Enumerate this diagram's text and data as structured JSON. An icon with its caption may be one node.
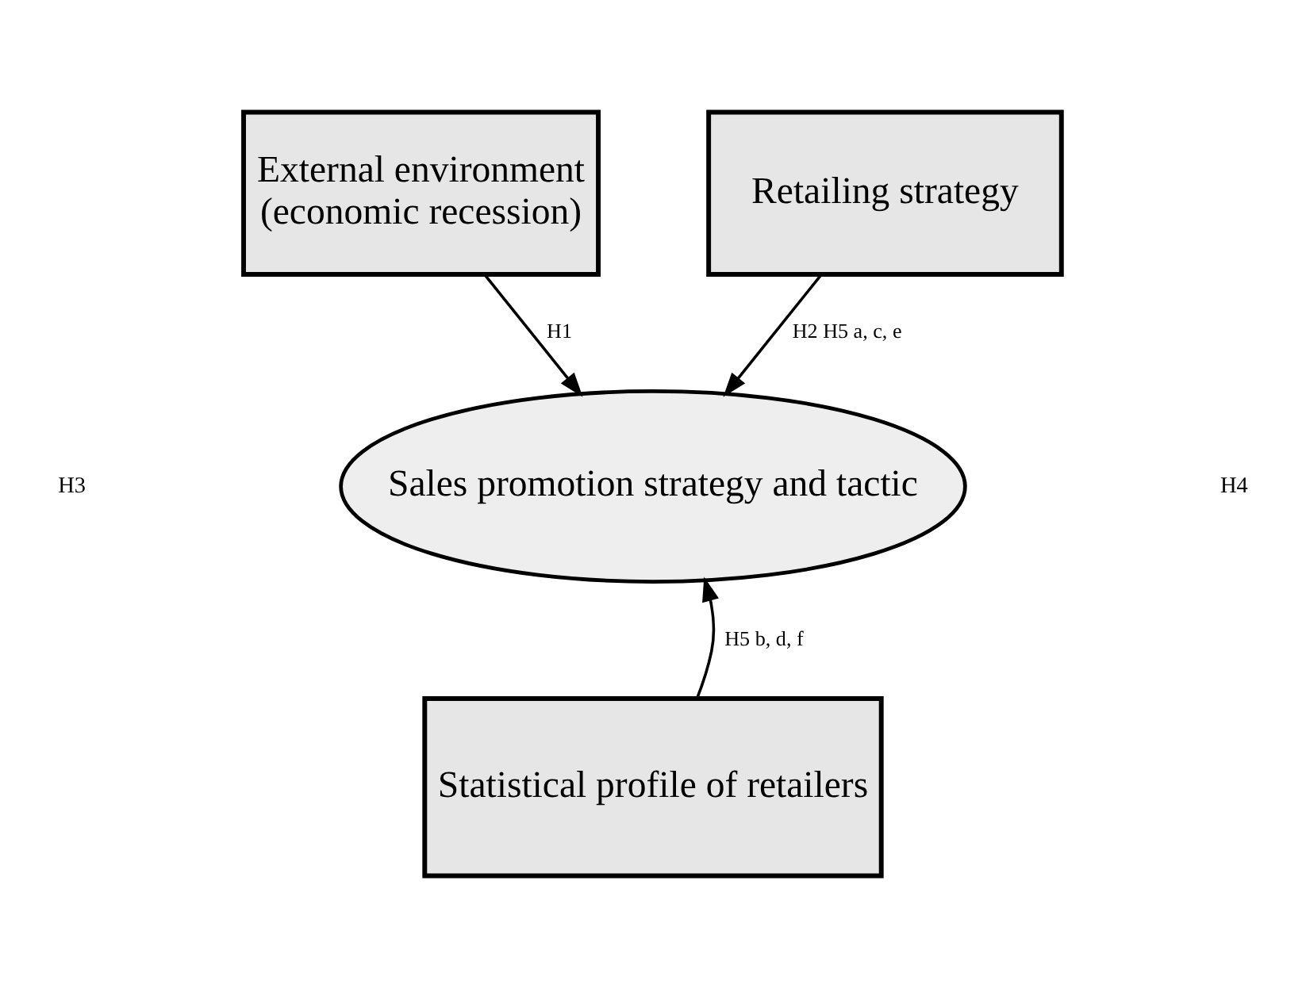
{
  "diagram": {
    "nodes": [
      {
        "text": [
          "External environment",
          "(economic recession)"
        ]
      },
      {
        "text": [
          "Retailing strategy"
        ]
      },
      {
        "text": [
          "Sales promotion strategy and tactic"
        ]
      },
      {
        "text": [
          "Statistical profile of retailers"
        ]
      }
    ],
    "edges": [
      {
        "from": 0,
        "to": 2,
        "arrow": "to",
        "label": "H1"
      },
      {
        "from": 1,
        "to": 2,
        "arrow": "to",
        "label": "H2 H5 a, c, e"
      },
      {
        "from": 3,
        "to": 2,
        "arrow": "to",
        "label": "H5 b, d, f"
      }
    ],
    "labels": [
      "H3",
      "H4"
    ]
  }
}
